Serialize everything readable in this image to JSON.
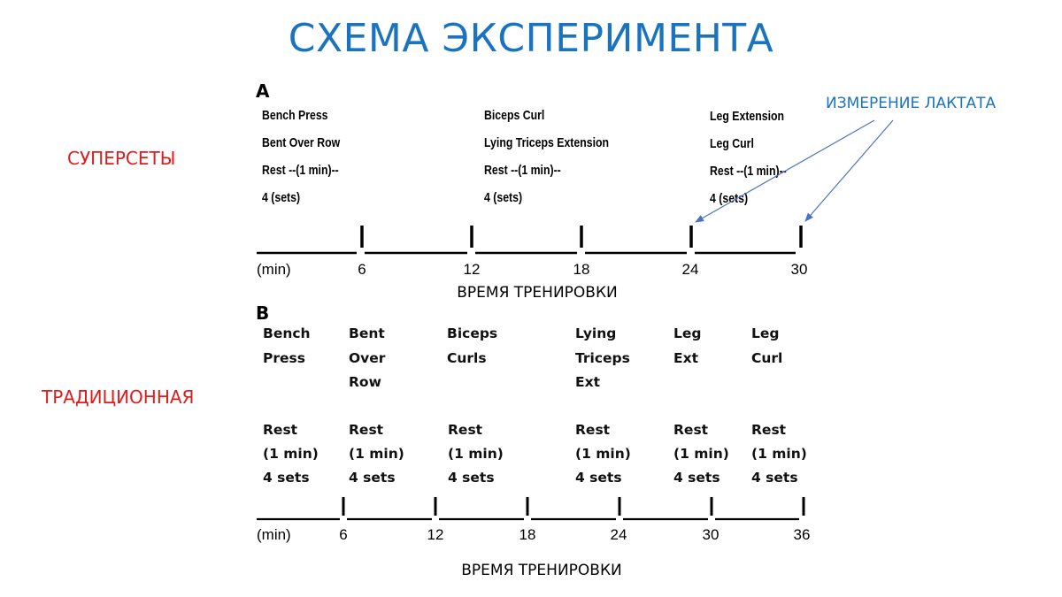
{
  "title": "СХЕМА ЭКСПЕРИМЕНТА",
  "colors": {
    "title": "#1a73c0",
    "side_labels": "#e01b1b",
    "annotation": "#1a73c0",
    "arrows": "#4a72c4",
    "timeline": "#000000"
  },
  "side_labels": {
    "supersets": "СУПЕРСЕТЫ",
    "traditional": "ТРАДИЦИОННАЯ"
  },
  "annotation": {
    "lactate": "ИЗМЕРЕНИЕ ЛАКТАТА"
  },
  "panel_a": {
    "letter": "A",
    "groups": [
      {
        "lines": [
          "Bench Press",
          "Bent Over Row",
          "Rest --(1 min)--",
          "4 (sets)"
        ]
      },
      {
        "lines": [
          "Biceps Curl",
          "Lying Triceps Extension",
          "Rest --(1 min)--",
          "4 (sets)"
        ]
      },
      {
        "lines": [
          "Leg Extension",
          "Leg Curl",
          "Rest --(1 min)--",
          "4 (sets)"
        ]
      }
    ],
    "axis_unit": "(min)",
    "ticks": [
      "6",
      "12",
      "18",
      "24",
      "30"
    ],
    "axis_title": "ВРЕМЯ ТРЕНИРОВКИ"
  },
  "panel_b": {
    "letter": "B",
    "exercises": [
      {
        "name": [
          "Bench",
          "Press"
        ],
        "rest": [
          "Rest",
          "(1 min)",
          "4 sets"
        ]
      },
      {
        "name": [
          "Bent",
          "Over",
          "Row"
        ],
        "rest": [
          "Rest",
          "(1 min)",
          "4 sets"
        ]
      },
      {
        "name": [
          "Biceps",
          "Curls"
        ],
        "rest": [
          "Rest",
          "(1 min)",
          "4 sets"
        ]
      },
      {
        "name": [
          "Lying",
          "Triceps",
          "Ext"
        ],
        "rest": [
          "Rest",
          "(1 min)",
          "4 sets"
        ]
      },
      {
        "name": [
          "Leg",
          "Ext"
        ],
        "rest": [
          "Rest",
          "(1 min)",
          "4 sets"
        ]
      },
      {
        "name": [
          "Leg",
          "Curl"
        ],
        "rest": [
          "Rest",
          "(1 min)",
          "4 sets"
        ]
      }
    ],
    "axis_unit": "(min)",
    "ticks": [
      "6",
      "12",
      "18",
      "24",
      "30",
      "36"
    ],
    "axis_title": "ВРЕМЯ ТРЕНИРОВКИ"
  }
}
